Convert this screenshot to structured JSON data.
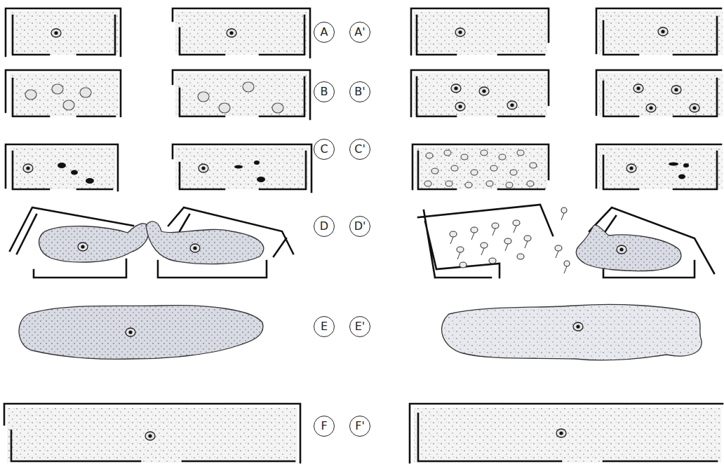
{
  "diagram": {
    "nodes": [
      {
        "text": [
          "A"
        ]
      },
      {
        "text": [
          "A'"
        ]
      },
      {
        "text": [
          "B"
        ]
      },
      {
        "text": [
          "B'"
        ]
      },
      {
        "text": [
          "C"
        ]
      },
      {
        "text": [
          "C'"
        ]
      },
      {
        "text": [
          "D"
        ]
      },
      {
        "text": [
          "D'"
        ]
      },
      {
        "text": [
          "E"
        ]
      },
      {
        "text": [
          "E'"
        ]
      },
      {
        "text": [
          "F"
        ]
      },
      {
        "text": [
          "F'"
        ]
      }
    ]
  }
}
